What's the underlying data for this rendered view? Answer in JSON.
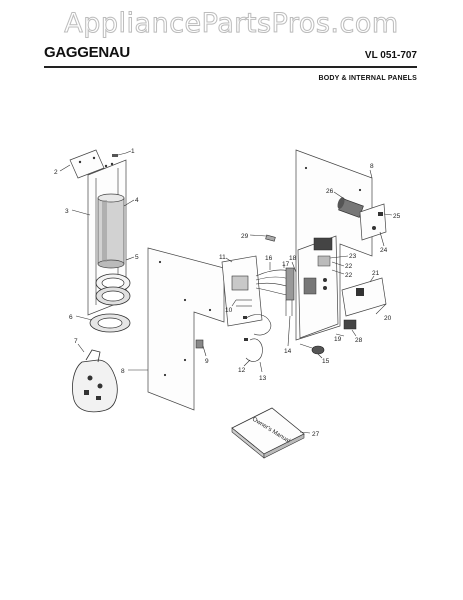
{
  "watermark": "AppliancePartsPros.com",
  "header": {
    "brand": "GAGGENAU",
    "model": "VL 051-707",
    "section": "BODY & INTERNAL PANELS"
  },
  "manual_text": "Owner's Manual",
  "callouts": {
    "c1": "1",
    "c2": "2",
    "c3": "3",
    "c4": "4",
    "c5": "5",
    "c6": "6",
    "c7": "7",
    "c8a": "8",
    "c8b": "8",
    "c9": "9",
    "c10": "10",
    "c11": "11",
    "c12": "12",
    "c13": "13",
    "c14": "14",
    "c15": "15",
    "c16": "16",
    "c17": "17",
    "c18": "18",
    "c19": "19",
    "c20": "20",
    "c21": "21",
    "c22a": "22",
    "c22b": "22",
    "c23": "23",
    "c24": "24",
    "c25": "25",
    "c26": "26",
    "c27": "27",
    "c28": "28",
    "c29": "29"
  }
}
